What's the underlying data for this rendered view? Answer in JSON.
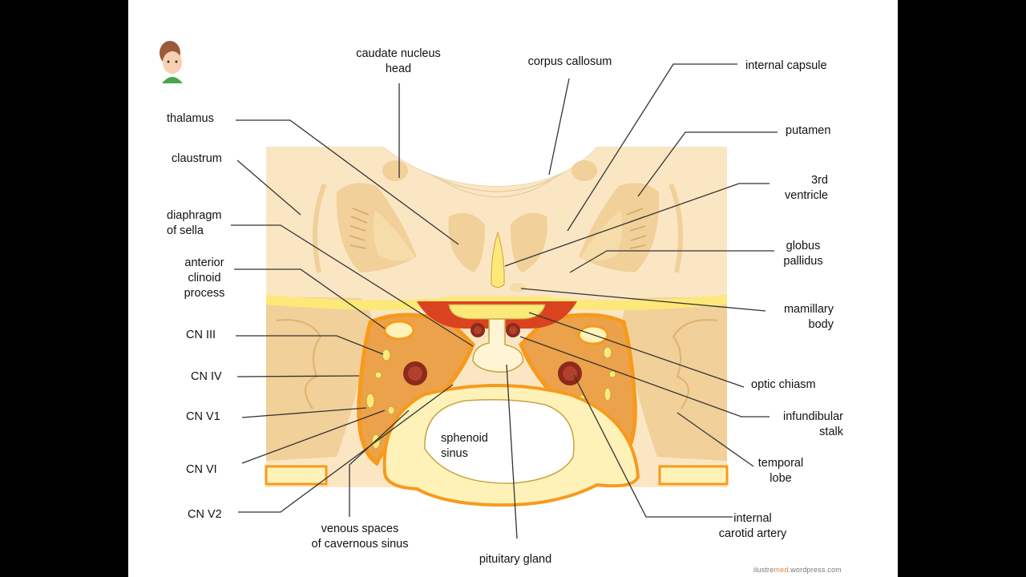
{
  "labels": {
    "caudate": "caudate nucleus\nhead",
    "corpus": "corpus callosum",
    "internal_capsule": "internal capsule",
    "thalamus": "thalamus",
    "putamen": "putamen",
    "claustrum": "claustrum",
    "third_ventricle": "3rd\nventricle",
    "diaphragm": "diaphragm\nof sella",
    "globus": "globus\npallidus",
    "clinoid": "anterior\nclinoid\nprocess",
    "mamillary": "mamillary\nbody",
    "cn3": "CN III",
    "cn4": "CN IV",
    "optic": "optic chiasm",
    "cn_v1": "CN V1",
    "infundibular": "infundibular\nstalk",
    "sphenoid": "sphenoid\nsinus",
    "cn6": "CN VI",
    "temporal": "temporal\nlobe",
    "cn_v2": "CN V2",
    "carotid": "internal\ncarotid artery",
    "venous": "venous spaces\nof cavernous sinus",
    "pituitary": "pituitary gland"
  },
  "credit": {
    "prefix": "ilustre",
    "brand": "med",
    "suffix": ".wordpress.com"
  },
  "colors": {
    "brain_bg": "#fbe6c4",
    "gray_matter": "#f1d099",
    "fat_yellow": "#fde87a",
    "dura_orange": "#f79a1c",
    "cavernous": "#eba24a",
    "artery_red": "#d9431f",
    "bone": "#fff2b8"
  }
}
